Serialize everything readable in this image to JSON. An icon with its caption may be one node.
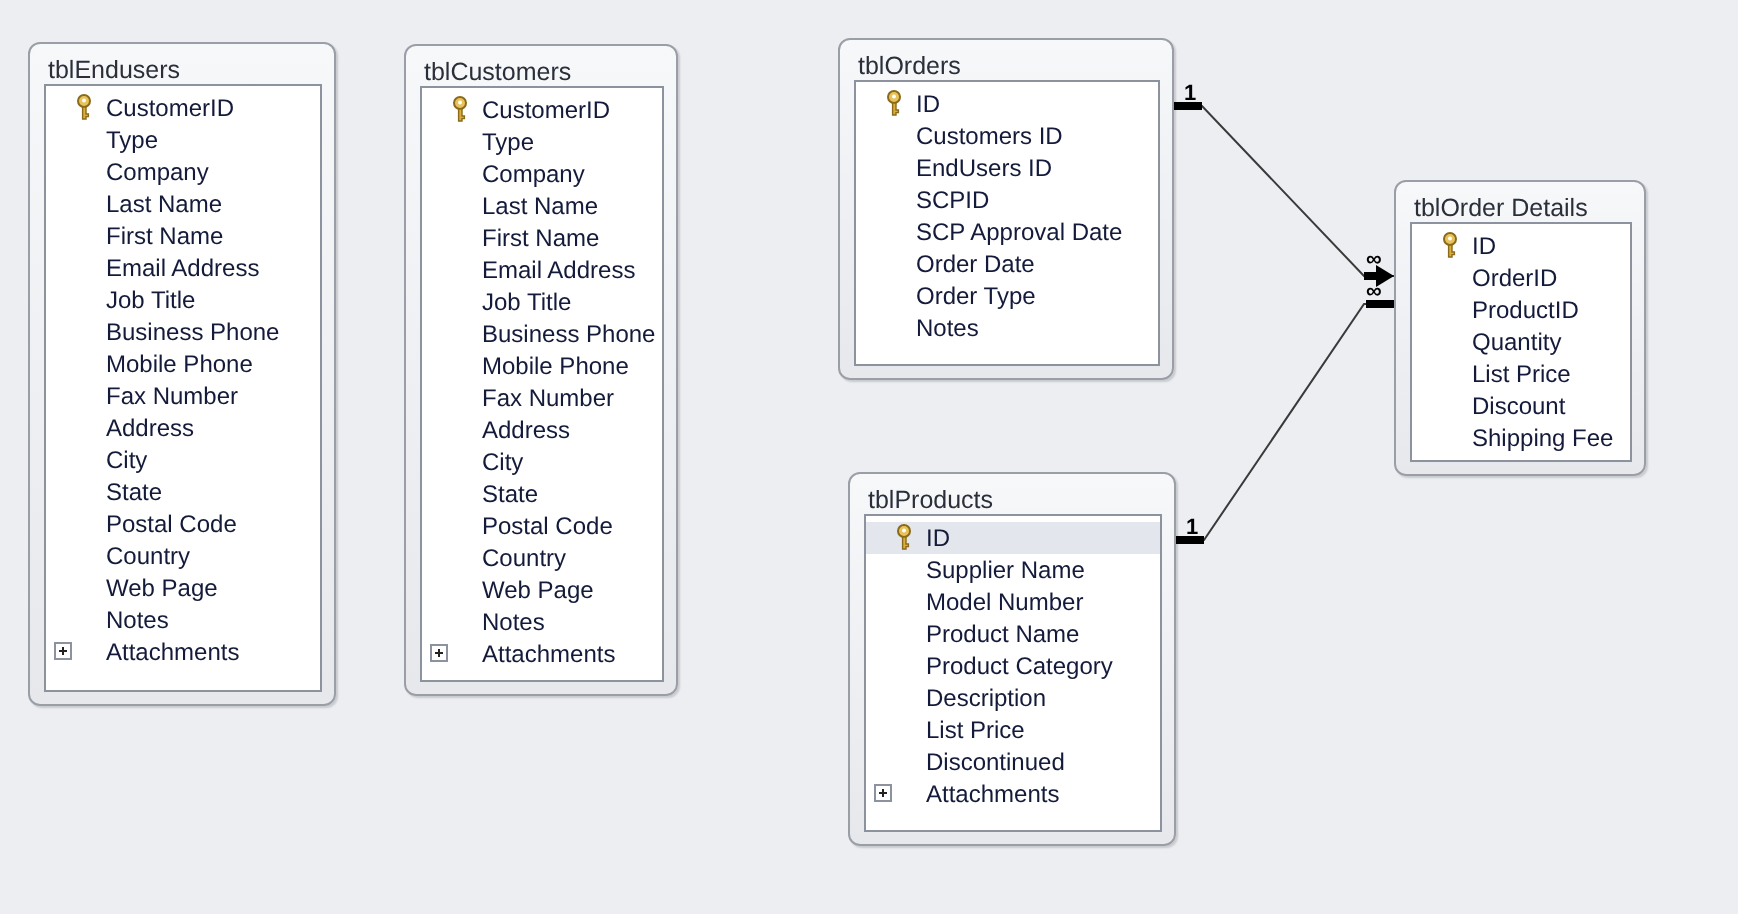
{
  "diagram": {
    "nodes": [
      {
        "text": [
          "tblEndusers",
          "CustomerID",
          "Type",
          "Company",
          "Last Name",
          "First Name",
          "Email Address",
          "Job Title",
          "Business Phone",
          "Mobile Phone",
          "Fax Number",
          "Address",
          "City",
          "State",
          "Postal Code",
          "Country",
          "Web Page",
          "Notes",
          "Attachments"
        ]
      },
      {
        "text": [
          "tblCustomers",
          "CustomerID",
          "Type",
          "Company",
          "Last Name",
          "First Name",
          "Email Address",
          "Job Title",
          "Business Phone",
          "Mobile Phone",
          "Fax Number",
          "Address",
          "City",
          "State",
          "Postal Code",
          "Country",
          "Web Page",
          "Notes",
          "Attachments"
        ]
      },
      {
        "text": [
          "tblOrders",
          "ID",
          "Customers ID",
          "EndUsers ID",
          "SCPID",
          "SCP Approval Date",
          "Order Date",
          "Order Type",
          "Notes"
        ]
      },
      {
        "text": [
          "tblOrder Details",
          "ID",
          "OrderID",
          "ProductID",
          "Quantity",
          "List Price",
          "Discount",
          "Shipping Fee"
        ]
      },
      {
        "text": [
          "tblProducts",
          "ID",
          "Supplier Name",
          "Model Number",
          "Product Name",
          "Product Category",
          "Description",
          "List Price",
          "Discontinued",
          "Attachments"
        ]
      }
    ],
    "edges": [
      {
        "from": 2,
        "to": 3,
        "arrow": "to"
      },
      {
        "from": 4,
        "to": 3,
        "arrow": "other"
      }
    ],
    "labels": [
      "1",
      "∞",
      "∞",
      "1"
    ]
  }
}
